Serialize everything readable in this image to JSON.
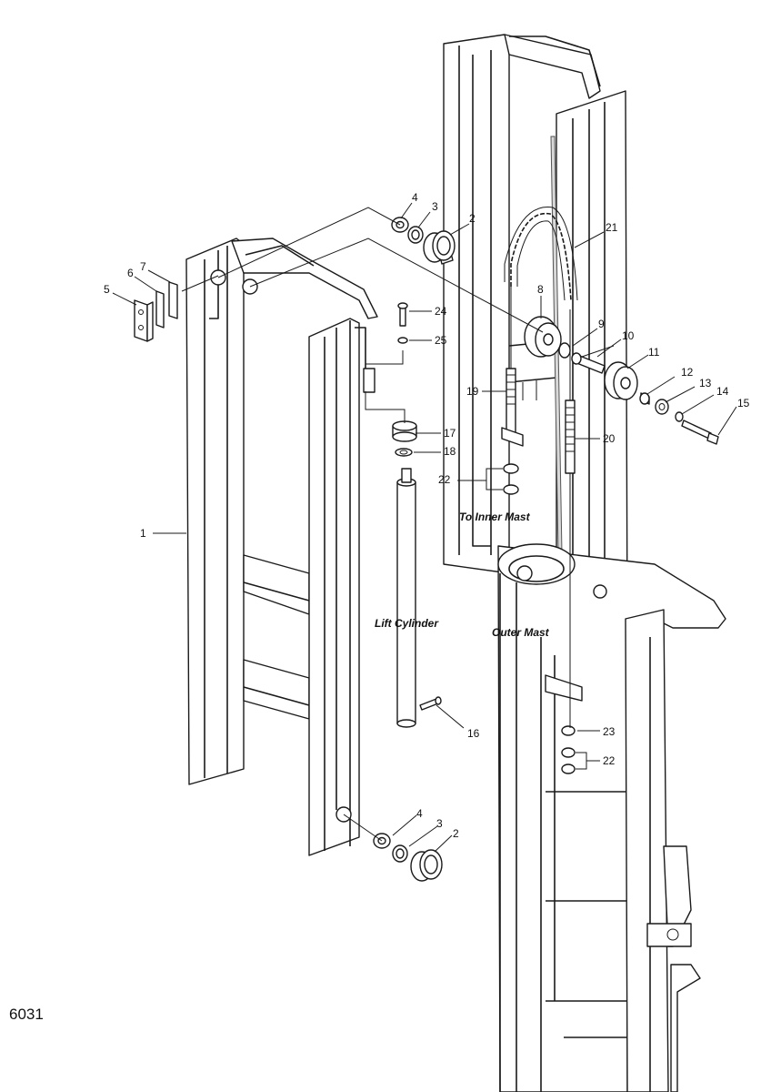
{
  "figure_number": "6031",
  "captions": {
    "to_inner_mast": "To Inner Mast",
    "lift_cylinder": "Lift Cylinder",
    "outer_mast": "Outer Mast"
  },
  "callouts": [
    {
      "id": "1",
      "name": "callout-1"
    },
    {
      "id": "2",
      "name": "callout-2-top"
    },
    {
      "id": "3",
      "name": "callout-3-top"
    },
    {
      "id": "4",
      "name": "callout-4-top"
    },
    {
      "id": "5",
      "name": "callout-5"
    },
    {
      "id": "6",
      "name": "callout-6"
    },
    {
      "id": "7",
      "name": "callout-7"
    },
    {
      "id": "8",
      "name": "callout-8"
    },
    {
      "id": "9",
      "name": "callout-9"
    },
    {
      "id": "10",
      "name": "callout-10"
    },
    {
      "id": "11",
      "name": "callout-11"
    },
    {
      "id": "12",
      "name": "callout-12"
    },
    {
      "id": "13",
      "name": "callout-13"
    },
    {
      "id": "14",
      "name": "callout-14"
    },
    {
      "id": "15",
      "name": "callout-15"
    },
    {
      "id": "16",
      "name": "callout-16"
    },
    {
      "id": "17",
      "name": "callout-17"
    },
    {
      "id": "18",
      "name": "callout-18"
    },
    {
      "id": "19",
      "name": "callout-19"
    },
    {
      "id": "20",
      "name": "callout-20"
    },
    {
      "id": "21",
      "name": "callout-21"
    },
    {
      "id": "22",
      "name": "callout-22-top"
    },
    {
      "id": "23",
      "name": "callout-23"
    },
    {
      "id": "24",
      "name": "callout-24"
    },
    {
      "id": "25",
      "name": "callout-25"
    },
    {
      "id": "22",
      "name": "callout-22-bottom"
    },
    {
      "id": "4",
      "name": "callout-4-bottom"
    },
    {
      "id": "3",
      "name": "callout-3-bottom"
    },
    {
      "id": "2",
      "name": "callout-2-bottom"
    }
  ],
  "colors": {
    "line": "#1a1a1a",
    "background": "#ffffff"
  }
}
